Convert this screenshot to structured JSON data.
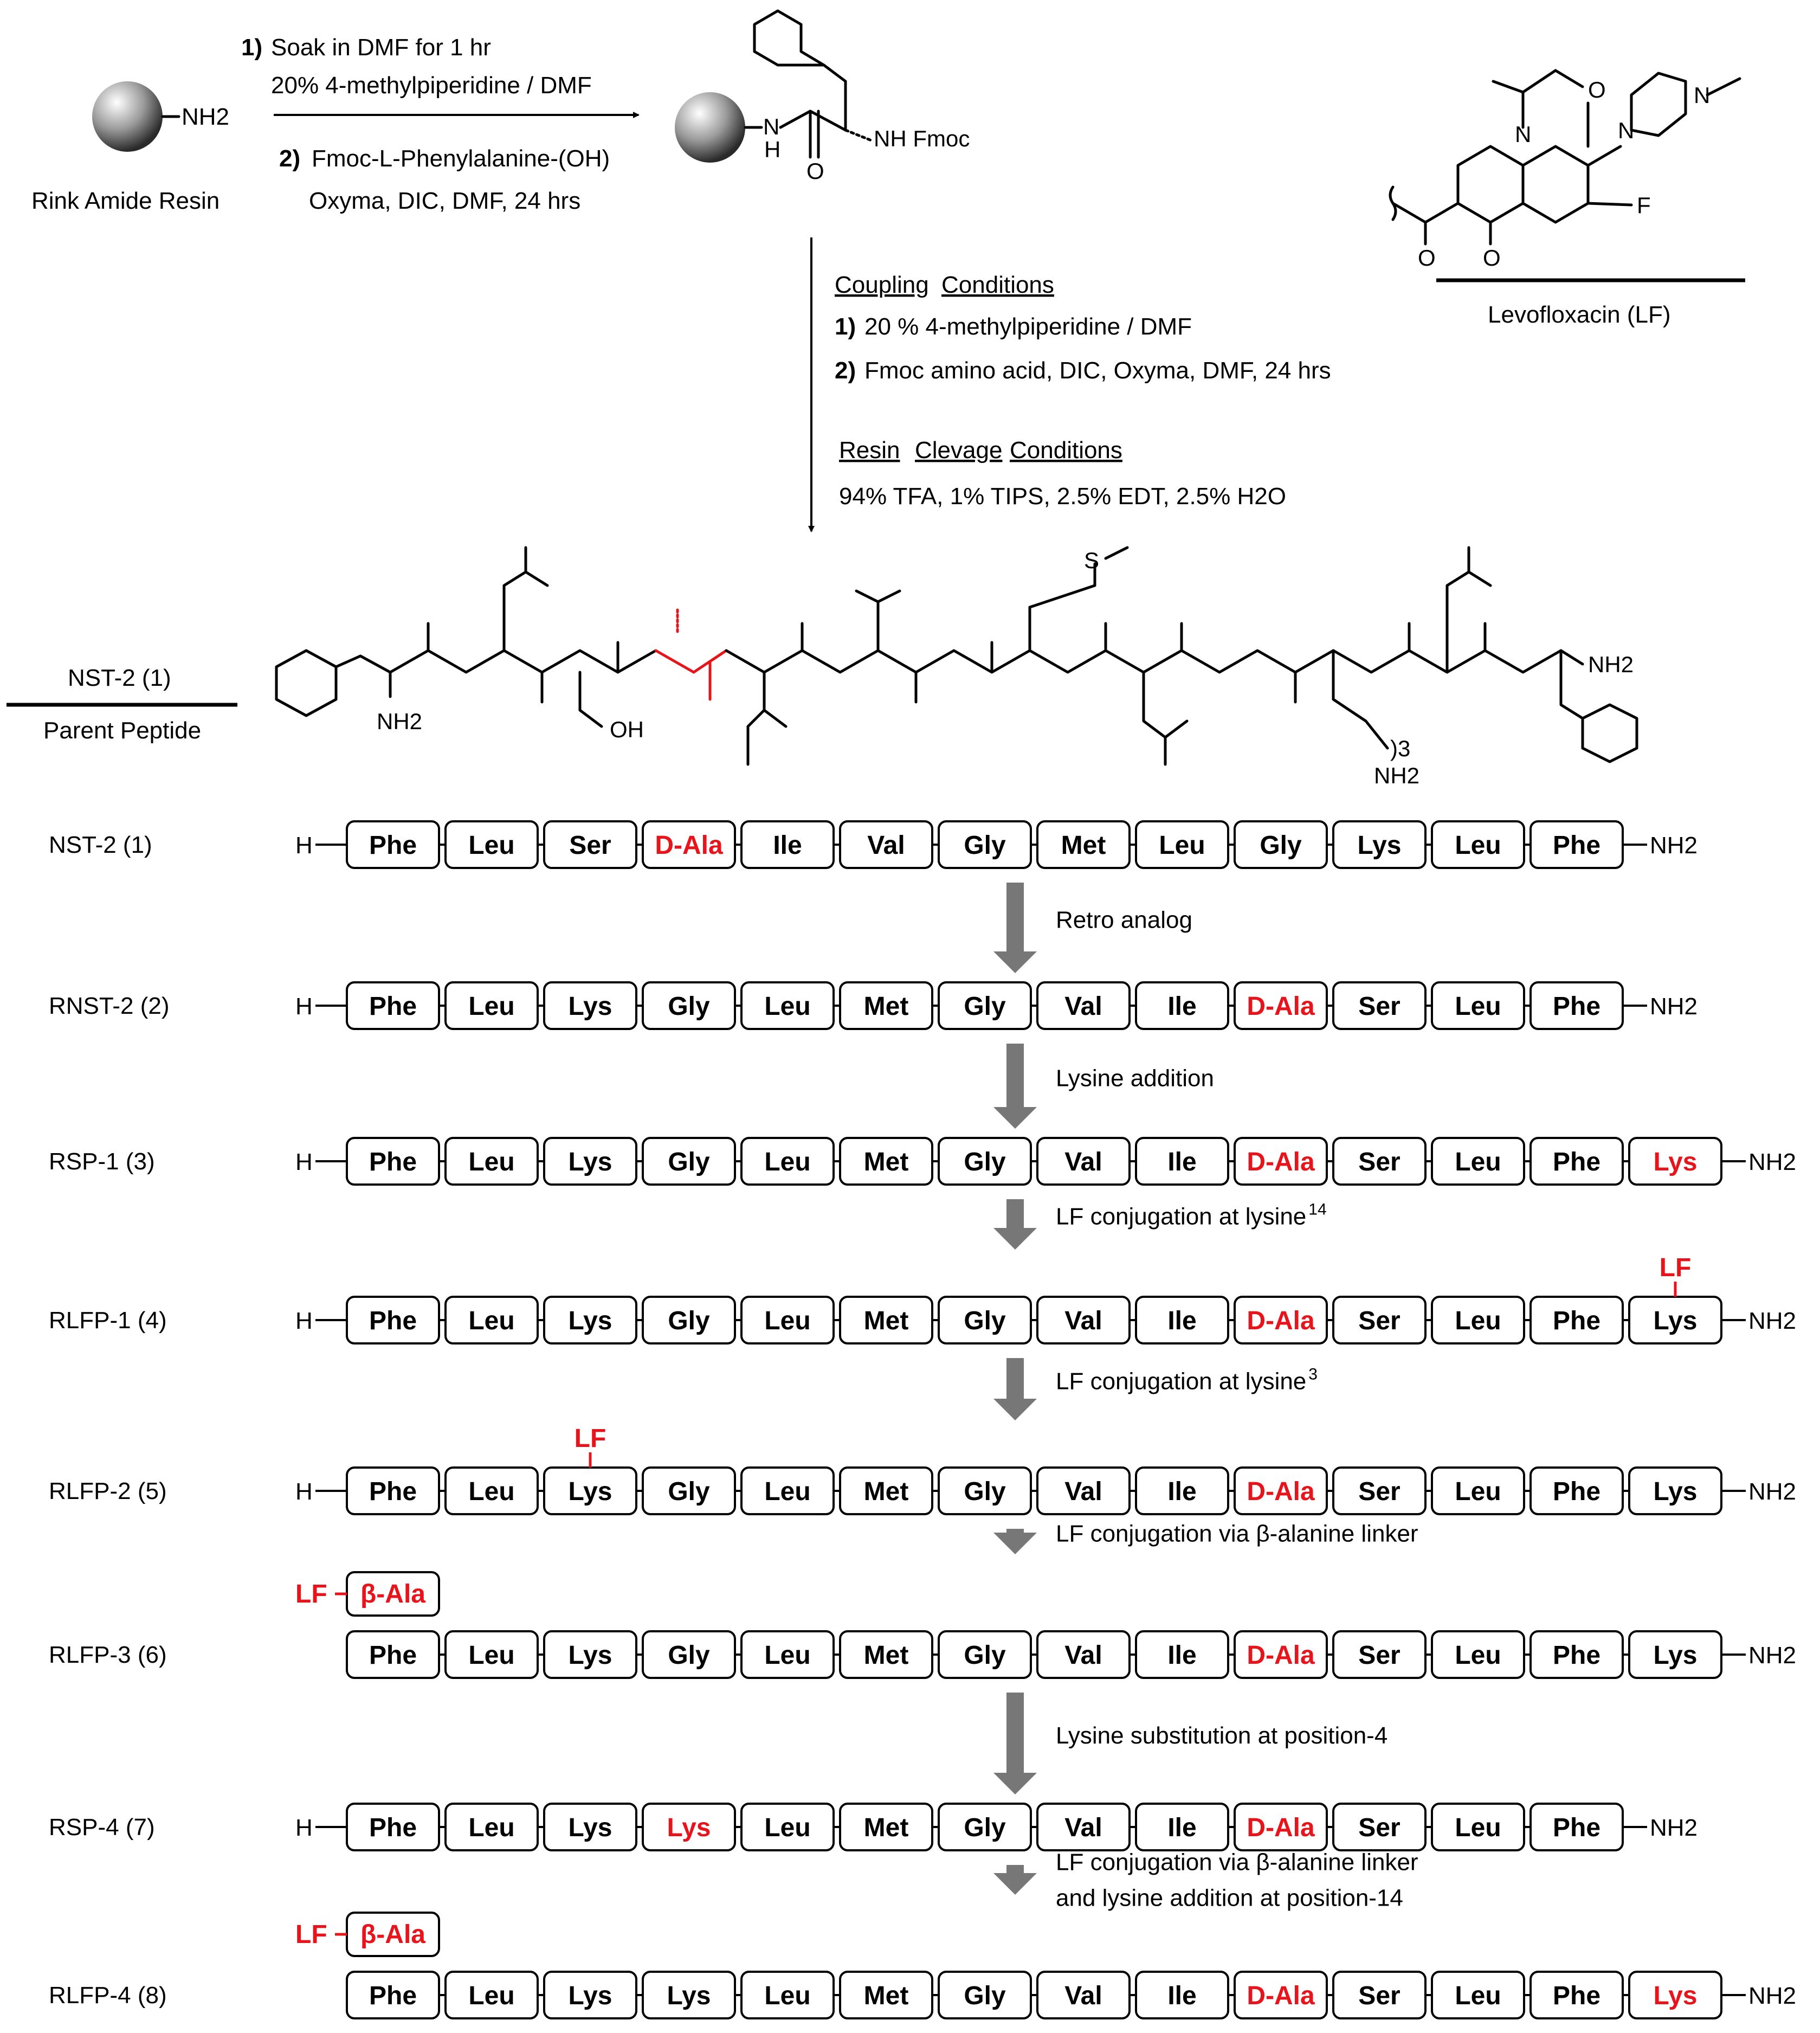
{
  "colors": {
    "highlight": "#e8141b",
    "arrow_gray": "#777777",
    "text": "#000000"
  },
  "top": {
    "resin_label": "Rink Amide Resin",
    "resin_nh2": "NH2",
    "step1_num": "1)",
    "step1_text": "Soak in DMF for 1 hr",
    "step1_sub": "20% 4-methylpiperidine / DMF",
    "step2_num": "2)",
    "step2_text": "Fmoc-L-Phenylalanine-(OH)",
    "step2_sub": "Oxyma, DIC, DMF,   24 hrs",
    "product_nh": "N",
    "product_h": "H",
    "product_o": "O",
    "product_nhfmoc": "NH Fmoc"
  },
  "levofloxacin": {
    "label": "Levofloxacin (LF)",
    "atom_n1": "N",
    "atom_o1": "O",
    "atom_n2": "N",
    "atom_n3": "N",
    "atom_f": "F",
    "atom_o2": "O",
    "atom_o3": "O"
  },
  "coupling": {
    "title_a": "Coupling",
    "title_b": "Conditions",
    "step1_num": "1)",
    "step1": "20 % 4-methylpiperidine / DMF",
    "step2_num": "2)",
    "step2": "Fmoc amino acid, DIC, Oxyma, DMF, 24 hrs",
    "cleavage_a": "Resin",
    "cleavage_b": "Clevage",
    "cleavage_c": "Conditions",
    "cleavage": "94% TFA, 1% TIPS, 2.5% EDT, 2.5% H2O"
  },
  "parent": {
    "name": "NST-2 (1)",
    "subtitle": "Parent Peptide"
  },
  "peptide_structure": {
    "nh2_1": "NH2",
    "oh": "OH",
    "sulfur": "S",
    "lys_chain": ")3",
    "nh2_lys": "NH2",
    "c_term": "NH2"
  },
  "end_labels": {
    "h": "H",
    "nh2": "NH2",
    "lf": "LF"
  },
  "rows": [
    {
      "label": "NST-2 (1)",
      "residues": [
        "Phe",
        "Leu",
        "Ser",
        "D-Ala",
        "Ile",
        "Val",
        "Gly",
        "Met",
        "Leu",
        "Gly",
        "Lys",
        "Leu",
        "Phe"
      ],
      "red": [
        3
      ],
      "n_term": "H",
      "c_term": "NH2"
    },
    {
      "label": "RNST-2 (2)",
      "residues": [
        "Phe",
        "Leu",
        "Lys",
        "Gly",
        "Leu",
        "Met",
        "Gly",
        "Val",
        "Ile",
        "D-Ala",
        "Ser",
        "Leu",
        "Phe"
      ],
      "red": [
        9
      ],
      "n_term": "H",
      "c_term": "NH2"
    },
    {
      "label": "RSP-1 (3)",
      "residues": [
        "Phe",
        "Leu",
        "Lys",
        "Gly",
        "Leu",
        "Met",
        "Gly",
        "Val",
        "Ile",
        "D-Ala",
        "Ser",
        "Leu",
        "Phe",
        "Lys"
      ],
      "red": [
        9,
        13
      ],
      "n_term": "H",
      "c_term": "NH2"
    },
    {
      "label": "RLFP-1 (4)",
      "residues": [
        "Phe",
        "Leu",
        "Lys",
        "Gly",
        "Leu",
        "Met",
        "Gly",
        "Val",
        "Ile",
        "D-Ala",
        "Ser",
        "Leu",
        "Phe",
        "Lys"
      ],
      "red": [
        9
      ],
      "n_term": "H",
      "c_term": "NH2",
      "lf_on": 13
    },
    {
      "label": "RLFP-2 (5)",
      "residues": [
        "Phe",
        "Leu",
        "Lys",
        "Gly",
        "Leu",
        "Met",
        "Gly",
        "Val",
        "Ile",
        "D-Ala",
        "Ser",
        "Leu",
        "Phe",
        "Lys"
      ],
      "red": [
        9
      ],
      "n_term": "H",
      "c_term": "NH2",
      "lf_on": 2
    },
    {
      "label": "RLFP-3 (6)",
      "residues": [
        "Phe",
        "Leu",
        "Lys",
        "Gly",
        "Leu",
        "Met",
        "Gly",
        "Val",
        "Ile",
        "D-Ala",
        "Ser",
        "Leu",
        "Phe",
        "Lys"
      ],
      "red": [
        9
      ],
      "n_term": "",
      "c_term": "NH2",
      "linker": "β-Ala"
    },
    {
      "label": "RSP-4 (7)",
      "residues": [
        "Phe",
        "Leu",
        "Lys",
        "Lys",
        "Leu",
        "Met",
        "Gly",
        "Val",
        "Ile",
        "D-Ala",
        "Ser",
        "Leu",
        "Phe"
      ],
      "red": [
        3,
        9
      ],
      "n_term": "H",
      "c_term": "NH2"
    },
    {
      "label": "RLFP-4 (8)",
      "residues": [
        "Phe",
        "Leu",
        "Lys",
        "Lys",
        "Leu",
        "Met",
        "Gly",
        "Val",
        "Ile",
        "D-Ala",
        "Ser",
        "Leu",
        "Phe",
        "Lys"
      ],
      "red": [
        9,
        13
      ],
      "n_term": "",
      "c_term": "NH2",
      "linker": "β-Ala"
    }
  ],
  "arrows": [
    {
      "text": "Retro analog"
    },
    {
      "text": "Lysine addition"
    },
    {
      "text": "LF conjugation at lysine",
      "sup": "14"
    },
    {
      "text": "LF conjugation at lysine",
      "sup": "3"
    },
    {
      "text": "LF conjugation via β-alanine linker"
    },
    {
      "text": "Lysine substitution at position-4"
    },
    {
      "text": "LF conjugation via β-alanine linker",
      "line2": "and lysine addition at position-14"
    }
  ]
}
